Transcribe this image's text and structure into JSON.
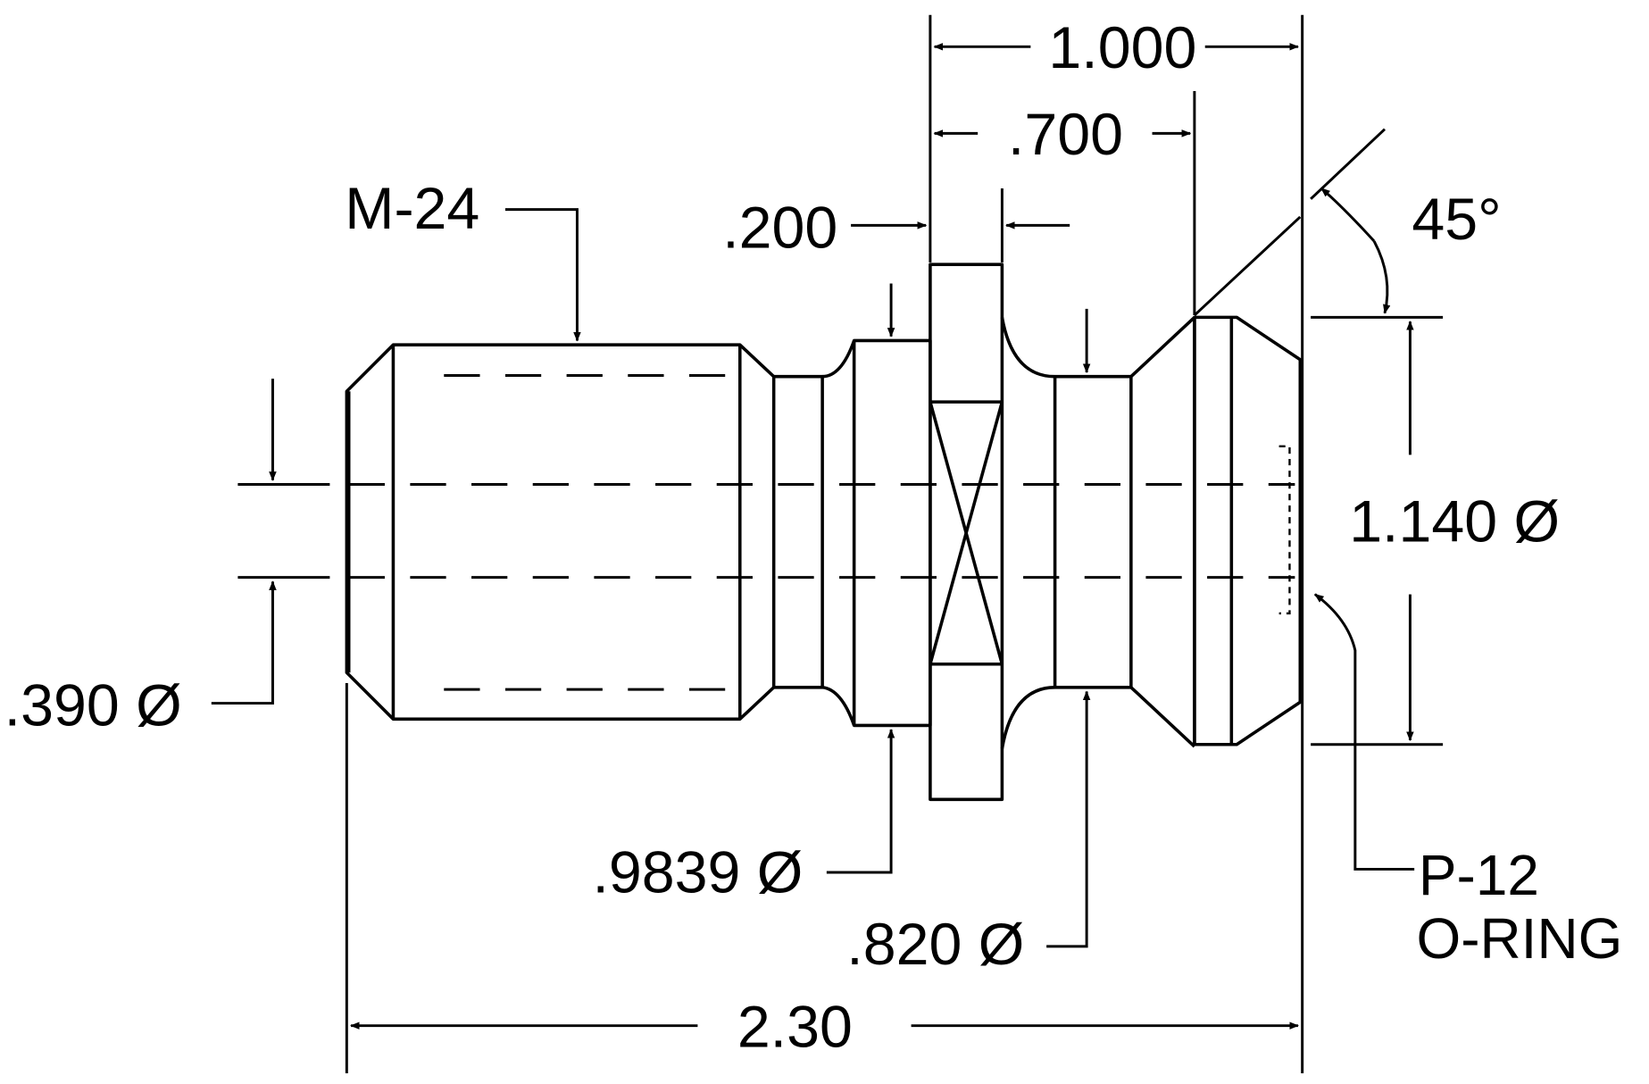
{
  "labels": {
    "overall_length": "2.30",
    "flange_span": "1.000",
    "groove_span": ".700",
    "collar_width": ".200",
    "thread": "M-24",
    "angle": "45°",
    "major_diameter": "1.140 Ø",
    "bore_diameter": ".390 Ø",
    "neck_diameter": ".9839 Ø",
    "groove_diameter": ".820 Ø",
    "oring_line1": "P-12",
    "oring_line2": "O-RING"
  },
  "colors": {
    "ink": "#000000",
    "paper": "#ffffff"
  }
}
